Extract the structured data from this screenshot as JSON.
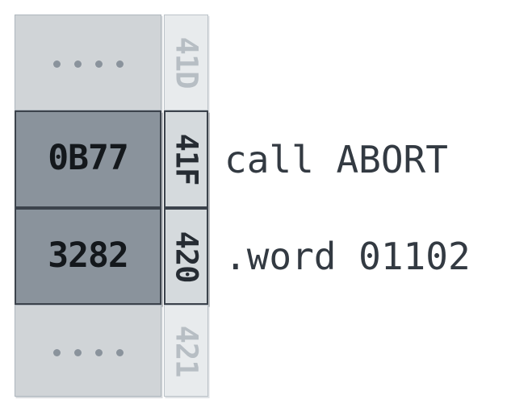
{
  "diagram": {
    "title": "memory-layout-with-disassembly",
    "colors": {
      "cell_inactive_bg": "#d0d4d7",
      "cell_active_bg": "#8a939c",
      "address_inactive_bg": "#e8ebed",
      "address_active_bg": "#d5dadd",
      "active_border": "#3c434c",
      "inactive_border": "#aeb6bd",
      "value_text": "#14181c",
      "address_inactive_text": "#b7bec4",
      "address_active_text": "#262c33",
      "annotation_text": "#333a42",
      "dot_color": "#8a939c"
    },
    "rows": [
      {
        "address": "41D",
        "value": "",
        "annotation": "",
        "highlighted": false,
        "is_ellipsis": true,
        "ellipsis_dot_count": 4
      },
      {
        "address": "41F",
        "value": "0B77",
        "annotation": "call ABORT",
        "highlighted": true,
        "is_ellipsis": false,
        "ellipsis_dot_count": 0
      },
      {
        "address": "420",
        "value": "3282",
        "annotation": ".word 01102",
        "highlighted": true,
        "is_ellipsis": false,
        "ellipsis_dot_count": 0
      },
      {
        "address": "421",
        "value": "",
        "annotation": "",
        "highlighted": false,
        "is_ellipsis": true,
        "ellipsis_dot_count": 4
      }
    ]
  }
}
